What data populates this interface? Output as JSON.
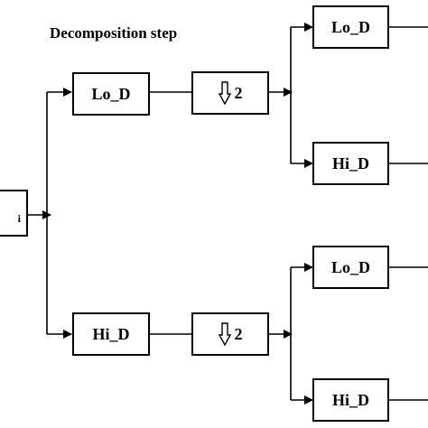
{
  "title": "Decomposition step",
  "input_box": {
    "label": "i"
  },
  "stage1": {
    "low_filter": "Lo_D",
    "high_filter": "Hi_D"
  },
  "downsample": {
    "top_factor": "2",
    "bottom_factor": "2"
  },
  "stage2": {
    "top_low_filter": "Lo_D",
    "top_high_filter": "Hi_D",
    "bottom_low_filter": "Lo_D",
    "bottom_high_filter": "Hi_D"
  },
  "icons": {
    "downsample": "hollow-down-arrow-icon"
  }
}
